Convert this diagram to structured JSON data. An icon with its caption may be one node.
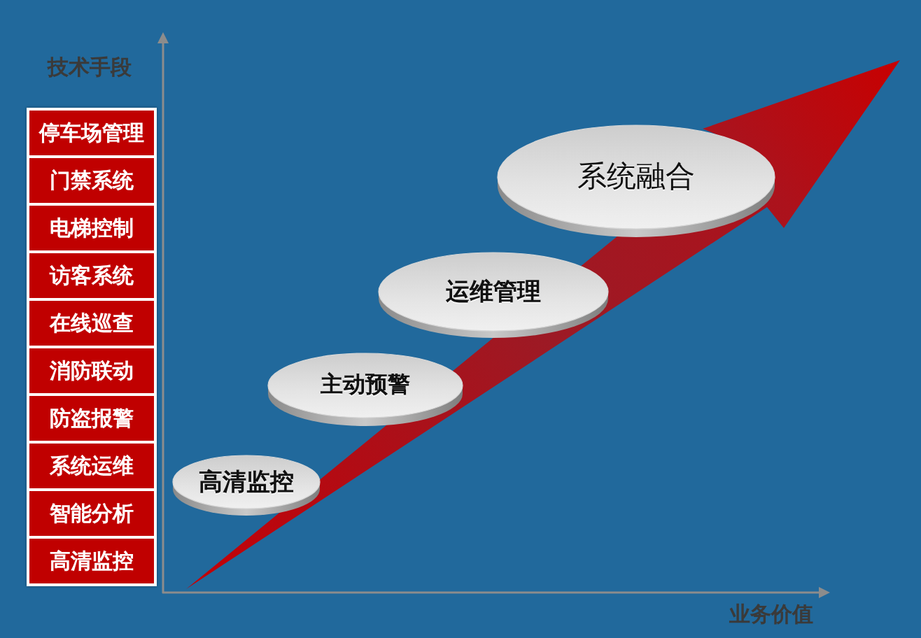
{
  "diagram": {
    "nodes": [
      {
        "text": [],
        "shape": "box"
      },
      {
        "text": [
          "停车场管理"
        ],
        "in": 0
      },
      {
        "text": [
          "门禁系统"
        ],
        "in": 0
      },
      {
        "text": [
          "电梯控制"
        ],
        "in": 0
      },
      {
        "text": [
          "访客系统"
        ],
        "in": 0
      },
      {
        "text": [
          "在线巡查"
        ],
        "in": 0
      },
      {
        "text": [
          "消防联动"
        ],
        "in": 0
      },
      {
        "text": [
          "防盗报警"
        ],
        "in": 0
      },
      {
        "text": [
          "系统运维"
        ],
        "in": 0
      },
      {
        "text": [
          "智能分析"
        ],
        "in": 0
      },
      {
        "text": [
          "高清监控"
        ],
        "in": 0
      },
      {
        "text": [
          "高清监控"
        ]
      },
      {
        "text": [
          "主动预警"
        ]
      },
      {
        "text": [
          "运维管理"
        ]
      },
      {
        "text": [
          "系统融合"
        ]
      }
    ],
    "labels": [
      "技术手段",
      "业务价值"
    ]
  }
}
